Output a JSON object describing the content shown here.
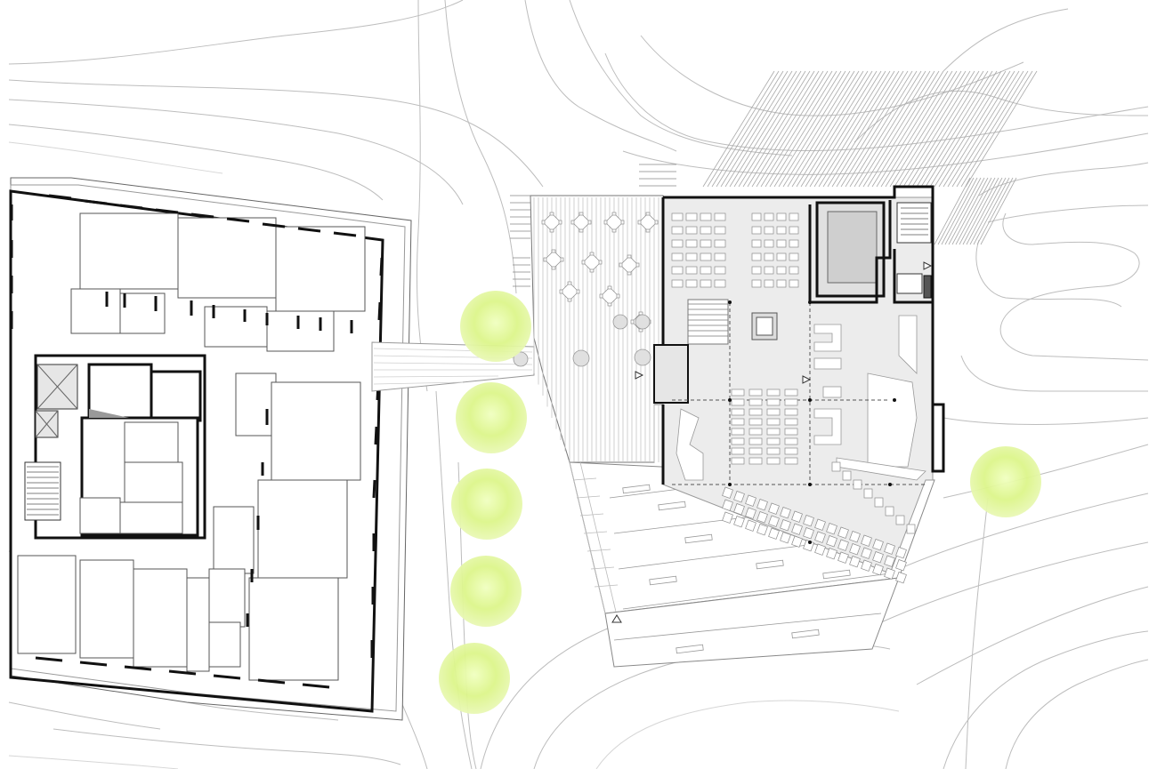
{
  "drawing": {
    "type": "architectural site plan (ground floor)",
    "colors": {
      "background": "#ffffff",
      "walls": "#111111",
      "contours": "#bdbdbd",
      "interior_floor": "#e6e6e6",
      "trees": "#dcf58a"
    }
  },
  "elements": {
    "left_building": "building-left",
    "right_building": "building-right",
    "terrace": "terrace-deck",
    "parking": "parking-area",
    "trees": [
      "tree",
      "tree",
      "tree",
      "tree",
      "tree",
      "tree"
    ],
    "entrance_markers": [
      "entrance-triangle-icon",
      "entrance-triangle-icon",
      "entrance-triangle-icon",
      "entrance-triangle-icon"
    ]
  }
}
